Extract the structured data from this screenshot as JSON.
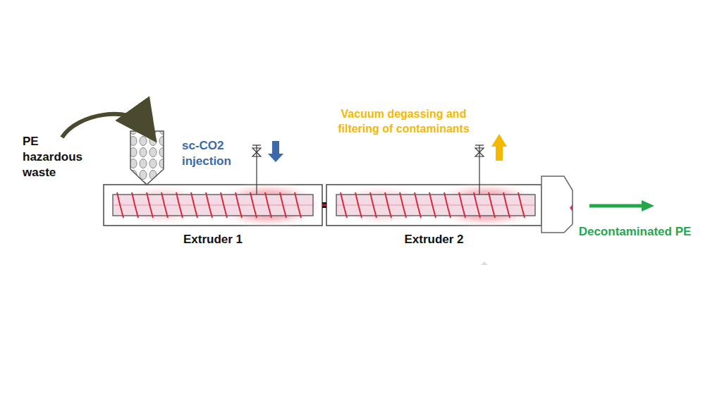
{
  "diagram": {
    "nodes": [
      {
        "text": [
          "Extruder 1"
        ]
      },
      {
        "text": [
          "Extruder 2"
        ]
      }
    ],
    "edges": [
      {
        "from": 0,
        "to": 1,
        "arrow": "none"
      }
    ],
    "labels": [
      "PE hazardous waste",
      "sc-CO2 injection",
      "Vacuum degassing and filtering of contaminants",
      "Decontaminated PE"
    ]
  }
}
